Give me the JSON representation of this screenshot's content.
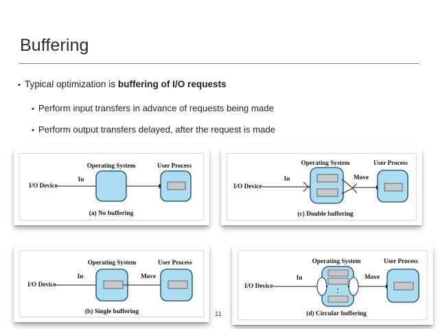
{
  "slide": {
    "title": "Buffering",
    "page_number": "11",
    "bullets": [
      {
        "level": 1,
        "text_plain": "Typical optimization is ",
        "text_bold": "buffering of I/O requests"
      },
      {
        "level": 2,
        "text_plain": "Perform input transfers in advance of requests being made",
        "text_bold": ""
      },
      {
        "level": 2,
        "text_plain": "Perform output transfers delayed, after the request is made",
        "text_bold": ""
      }
    ],
    "bullet_glyph": "•"
  },
  "figures": [
    {
      "id": "a",
      "caption": "(a) No buffering",
      "labels": {
        "device": "I/O Device",
        "os": "Operating System",
        "user": "User Process",
        "in": "In",
        "move": ""
      },
      "os_buffers": 0,
      "user_buffers": 1,
      "has_move": false
    },
    {
      "id": "b",
      "caption": "(b) Single buffering",
      "labels": {
        "device": "I/O Device",
        "os": "Operating System",
        "user": "User Process",
        "in": "In",
        "move": "Move"
      },
      "os_buffers": 1,
      "user_buffers": 1,
      "has_move": true
    },
    {
      "id": "c",
      "caption": "(c) Double buffering",
      "labels": {
        "device": "I/O Device",
        "os": "Operating System",
        "user": "User Process",
        "in": "In",
        "move": "Move"
      },
      "os_buffers": 2,
      "user_buffers": 1,
      "has_move": true
    },
    {
      "id": "d",
      "caption": "(d) Circular buffering",
      "labels": {
        "device": "I/O Device",
        "os": "Operating System",
        "user": "User Process",
        "in": "In",
        "move": "Move"
      },
      "os_buffers": 3,
      "user_buffers": 1,
      "has_move": true,
      "has_ellipsis": true
    }
  ],
  "colors": {
    "box_fill": "#aadcf2",
    "box_stroke": "#13406b",
    "buffer_fill": "#c8c8c8",
    "buffer_stroke": "#555555",
    "line": "#222222",
    "card_border": "#d9d9d9",
    "rule": "#7d7d7d",
    "text": "#1f1f1f"
  }
}
